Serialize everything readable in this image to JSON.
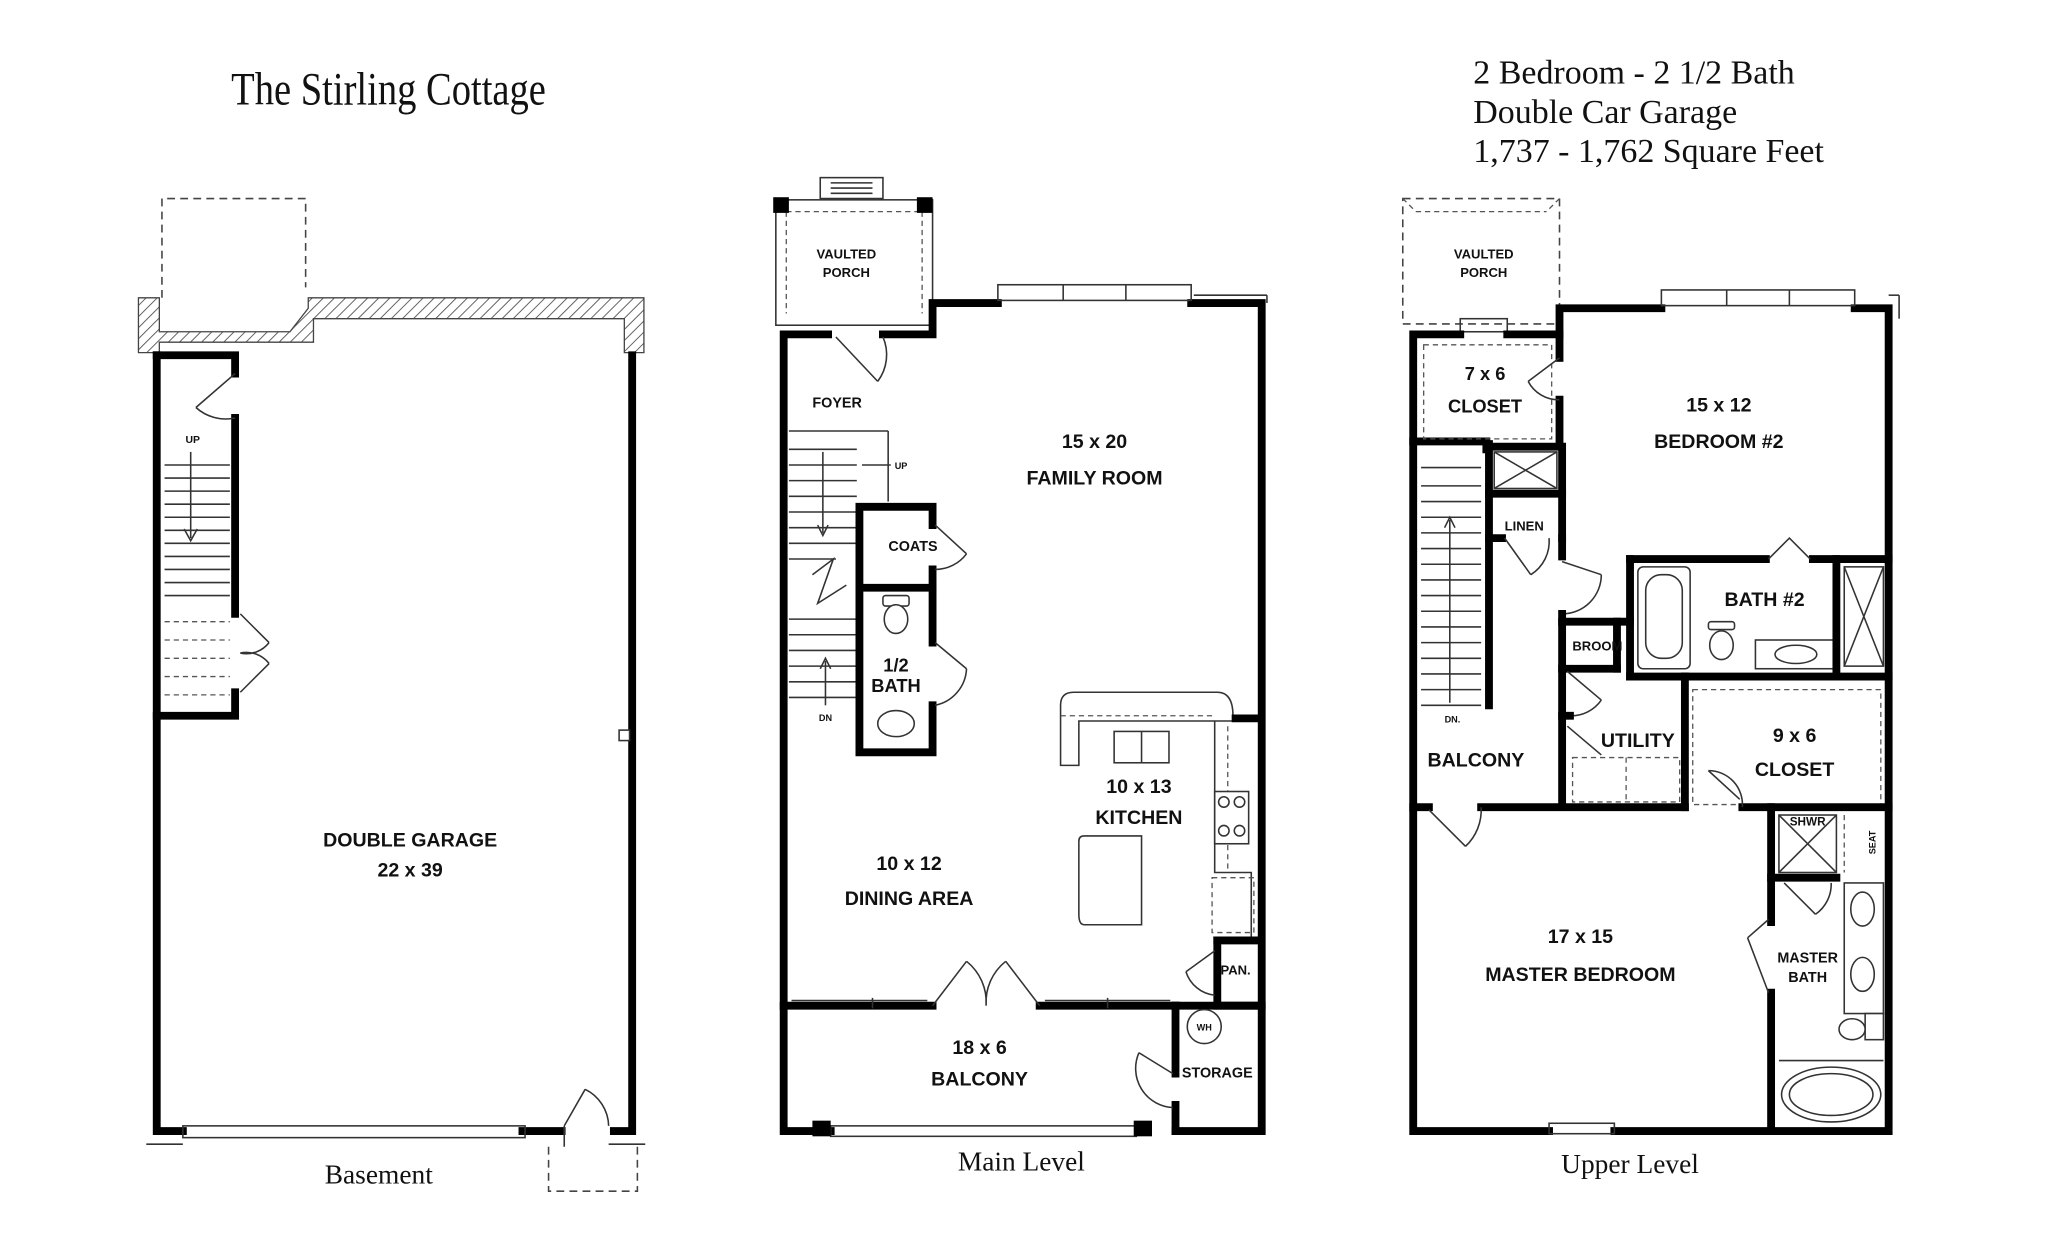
{
  "title": "The Stirling Cottage",
  "specs": {
    "line1": "2 Bedroom - 2 1/2 Bath",
    "line2": "Double Car Garage",
    "line3": "1,737 - 1,762 Square Feet"
  },
  "levels": {
    "basement": "Basement",
    "main": "Main Level",
    "upper": "Upper Level"
  },
  "basement": {
    "up": "UP",
    "garage_name": "DOUBLE GARAGE",
    "garage_dims": "22 x 39"
  },
  "main": {
    "vaulted": "VAULTED",
    "porch": "PORCH",
    "foyer": "FOYER",
    "up": "UP",
    "dn": "DN",
    "family_dims": "15 x 20",
    "family_name": "FAMILY ROOM",
    "coats": "COATS",
    "half": "1/2",
    "bath": "BATH",
    "kitchen_dims": "10 x 13",
    "kitchen_name": "KITCHEN",
    "dining_dims": "10 x 12",
    "dining_name": "DINING AREA",
    "pantry": "PAN.",
    "wh": "WH",
    "storage": "STORAGE",
    "balcony_dims": "18 x 6",
    "balcony_name": "BALCONY"
  },
  "upper": {
    "vaulted": "VAULTED",
    "porch": "PORCH",
    "closet1_dims": "7 x 6",
    "closet1_name": "CLOSET",
    "bed2_dims": "15 x 12",
    "bed2_name": "BEDROOM #2",
    "linen": "LINEN",
    "bath2": "BATH #2",
    "broom": "BROOM",
    "utility": "UTILITY",
    "closet2_dims": "9 x 6",
    "closet2_name": "CLOSET",
    "balcony": "BALCONY",
    "dn": "DN.",
    "shwr": "SHWR",
    "seat": "SEAT",
    "master_dims": "17 x 15",
    "master_name": "MASTER BEDROOM",
    "mbath1": "MASTER",
    "mbath2": "BATH"
  }
}
